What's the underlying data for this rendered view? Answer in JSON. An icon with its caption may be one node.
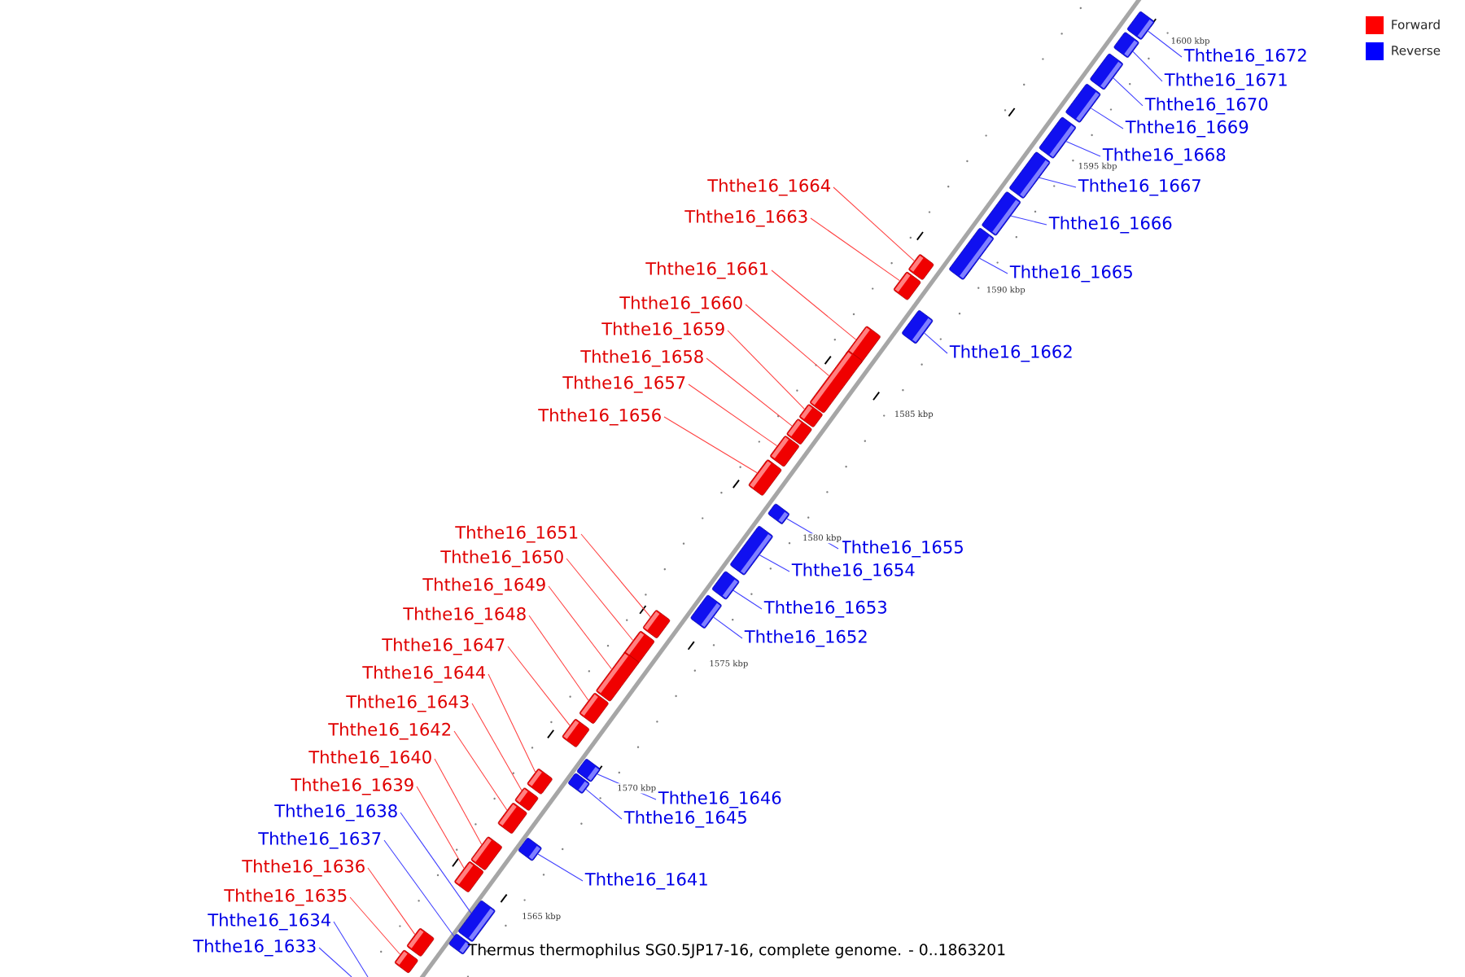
{
  "diagram": {
    "caption": "Thermus thermophilus SG0.5JP17-16, complete genome. - 0..1863201",
    "nodes": [
      {
        "text": [
          "Ththe16_1672"
        ]
      },
      {
        "text": [
          "Ththe16_1671"
        ]
      },
      {
        "text": [
          "Ththe16_1670"
        ]
      },
      {
        "text": [
          "Ththe16_1669"
        ]
      },
      {
        "text": [
          "Ththe16_1668"
        ]
      },
      {
        "text": [
          "Ththe16_1664"
        ]
      },
      {
        "text": [
          "Ththe16_1667"
        ]
      },
      {
        "text": [
          "Ththe16_1663"
        ]
      },
      {
        "text": [
          "Ththe16_1666"
        ]
      },
      {
        "text": [
          "Ththe16_1661"
        ]
      },
      {
        "text": [
          "Ththe16_1665"
        ]
      },
      {
        "text": [
          "Ththe16_1660"
        ]
      },
      {
        "text": [
          "Ththe16_1659"
        ]
      },
      {
        "text": [
          "Ththe16_1662"
        ]
      },
      {
        "text": [
          "Ththe16_1658"
        ]
      },
      {
        "text": [
          "Ththe16_1657"
        ]
      },
      {
        "text": [
          "Ththe16_1656"
        ]
      },
      {
        "text": [
          "Ththe16_1651"
        ]
      },
      {
        "text": [
          "Ththe16_1655"
        ]
      },
      {
        "text": [
          "Ththe16_1650"
        ]
      },
      {
        "text": [
          "Ththe16_1654"
        ]
      },
      {
        "text": [
          "Ththe16_1649"
        ]
      },
      {
        "text": [
          "Ththe16_1653"
        ]
      },
      {
        "text": [
          "Ththe16_1648"
        ]
      },
      {
        "text": [
          "Ththe16_1652"
        ]
      },
      {
        "text": [
          "Ththe16_1647"
        ]
      },
      {
        "text": [
          "Ththe16_1644"
        ]
      },
      {
        "text": [
          "Ththe16_1643"
        ]
      },
      {
        "text": [
          "Ththe16_1642"
        ]
      },
      {
        "text": [
          "Ththe16_1640"
        ]
      },
      {
        "text": [
          "Ththe16_1639"
        ]
      },
      {
        "text": [
          "Ththe16_1646"
        ]
      },
      {
        "text": [
          "Ththe16_1638"
        ]
      },
      {
        "text": [
          "Ththe16_1645"
        ]
      },
      {
        "text": [
          "Ththe16_1637"
        ]
      },
      {
        "text": [
          "Ththe16_1636"
        ]
      },
      {
        "text": [
          "Ththe16_1641"
        ]
      },
      {
        "text": [
          "Ththe16_1635"
        ]
      },
      {
        "text": [
          "Ththe16_1634"
        ]
      },
      {
        "text": [
          "Ththe16_1633"
        ]
      },
      {
        "text": [],
        "shape": "box"
      },
      {
        "text": [],
        "shape": "box"
      },
      {
        "text": [],
        "shape": "box"
      },
      {
        "text": [],
        "shape": "box"
      },
      {
        "text": [],
        "shape": "box"
      },
      {
        "text": [],
        "shape": "box"
      },
      {
        "text": [],
        "shape": "box"
      },
      {
        "text": [],
        "shape": "box"
      },
      {
        "text": [],
        "shape": "box"
      },
      {
        "text": [],
        "shape": "box"
      },
      {
        "text": [],
        "shape": "box"
      },
      {
        "text": [],
        "shape": "box"
      },
      {
        "text": [],
        "shape": "box"
      },
      {
        "text": [],
        "shape": "box"
      },
      {
        "text": [],
        "shape": "box"
      },
      {
        "text": [],
        "shape": "box"
      },
      {
        "text": [],
        "shape": "box"
      },
      {
        "text": [],
        "shape": "box"
      },
      {
        "text": [],
        "shape": "box"
      },
      {
        "text": [],
        "shape": "box"
      },
      {
        "text": [],
        "shape": "box"
      },
      {
        "text": [],
        "shape": "box"
      },
      {
        "text": [],
        "shape": "box"
      },
      {
        "text": [],
        "shape": "box"
      },
      {
        "text": [],
        "shape": "box"
      },
      {
        "text": [],
        "shape": "box"
      },
      {
        "text": [],
        "shape": "box"
      },
      {
        "text": [],
        "shape": "box"
      },
      {
        "text": [],
        "shape": "box"
      },
      {
        "text": [],
        "shape": "box"
      },
      {
        "text": [],
        "shape": "box"
      },
      {
        "text": [],
        "shape": "box"
      },
      {
        "text": [],
        "shape": "box"
      },
      {
        "text": [],
        "shape": "box"
      },
      {
        "text": [],
        "shape": "box"
      },
      {
        "text": [],
        "shape": "box"
      },
      {
        "text": [],
        "shape": "box"
      },
      {
        "text": [],
        "shape": "box"
      }
    ],
    "edges": [
      {
        "from": 0,
        "to": 40,
        "arrow": "none",
        "color": "#4040ff"
      },
      {
        "from": 1,
        "to": 41,
        "arrow": "none",
        "color": "#4040ff"
      },
      {
        "from": 2,
        "to": 42,
        "arrow": "none",
        "color": "#4040ff"
      },
      {
        "from": 3,
        "to": 43,
        "arrow": "none",
        "color": "#4040ff"
      },
      {
        "from": 4,
        "to": 44,
        "arrow": "none",
        "color": "#4040ff"
      },
      {
        "from": 5,
        "to": 45,
        "arrow": "none",
        "color": "#ff4040"
      },
      {
        "from": 6,
        "to": 46,
        "arrow": "none",
        "color": "#4040ff"
      },
      {
        "from": 7,
        "to": 47,
        "arrow": "none",
        "color": "#ff4040"
      },
      {
        "from": 8,
        "to": 48,
        "arrow": "none",
        "color": "#4040ff"
      },
      {
        "from": 9,
        "to": 49,
        "arrow": "none",
        "color": "#ff4040"
      },
      {
        "from": 10,
        "to": 50,
        "arrow": "none",
        "color": "#4040ff"
      },
      {
        "from": 11,
        "to": 51,
        "arrow": "none",
        "color": "#ff4040"
      },
      {
        "from": 12,
        "to": 52,
        "arrow": "none",
        "color": "#ff4040"
      },
      {
        "from": 13,
        "to": 53,
        "arrow": "none",
        "color": "#4040ff"
      },
      {
        "from": 14,
        "to": 54,
        "arrow": "none",
        "color": "#ff4040"
      },
      {
        "from": 15,
        "to": 55,
        "arrow": "none",
        "color": "#ff4040"
      },
      {
        "from": 16,
        "to": 56,
        "arrow": "none",
        "color": "#ff4040"
      },
      {
        "from": 17,
        "to": 57,
        "arrow": "none",
        "color": "#ff4040"
      },
      {
        "from": 18,
        "to": 58,
        "arrow": "none",
        "color": "#4040ff"
      },
      {
        "from": 19,
        "to": 59,
        "arrow": "none",
        "color": "#ff4040"
      },
      {
        "from": 20,
        "to": 60,
        "arrow": "none",
        "color": "#4040ff"
      },
      {
        "from": 21,
        "to": 61,
        "arrow": "none",
        "color": "#ff4040"
      },
      {
        "from": 22,
        "to": 62,
        "arrow": "none",
        "color": "#4040ff"
      },
      {
        "from": 23,
        "to": 63,
        "arrow": "none",
        "color": "#ff4040"
      },
      {
        "from": 24,
        "to": 64,
        "arrow": "none",
        "color": "#4040ff"
      },
      {
        "from": 25,
        "to": 65,
        "arrow": "none",
        "color": "#ff4040"
      },
      {
        "from": 26,
        "to": 66,
        "arrow": "none",
        "color": "#ff4040"
      },
      {
        "from": 27,
        "to": 67,
        "arrow": "none",
        "color": "#ff4040"
      },
      {
        "from": 28,
        "to": 68,
        "arrow": "none",
        "color": "#ff4040"
      },
      {
        "from": 29,
        "to": 69,
        "arrow": "none",
        "color": "#ff4040"
      },
      {
        "from": 30,
        "to": 70,
        "arrow": "none",
        "color": "#ff4040"
      },
      {
        "from": 31,
        "to": 71,
        "arrow": "none",
        "color": "#4040ff"
      },
      {
        "from": 32,
        "to": 72,
        "arrow": "none",
        "color": "#4040ff"
      },
      {
        "from": 33,
        "to": 73,
        "arrow": "none",
        "color": "#4040ff"
      },
      {
        "from": 34,
        "to": 74,
        "arrow": "none",
        "color": "#4040ff"
      },
      {
        "from": 35,
        "to": 75,
        "arrow": "none",
        "color": "#ff4040"
      },
      {
        "from": 36,
        "to": 76,
        "arrow": "none",
        "color": "#4040ff"
      },
      {
        "from": 37,
        "to": 77,
        "arrow": "none",
        "color": "#ff4040"
      },
      {
        "from": 38,
        "to": null,
        "arrow": "none",
        "color": "#4040ff"
      },
      {
        "from": 39,
        "to": null,
        "arrow": "none",
        "color": "#4040ff"
      }
    ],
    "labels": [
      "1600 kbp",
      "1595 kbp",
      "1590 kbp",
      "1585 kbp",
      "1580 kbp",
      "1575 kbp",
      "1570 kbp",
      "1565 kbp"
    ],
    "legend": [
      {
        "text": "Forward",
        "color": "#ff0000"
      },
      {
        "text": "Reverse",
        "color": "#0000ff"
      }
    ]
  }
}
